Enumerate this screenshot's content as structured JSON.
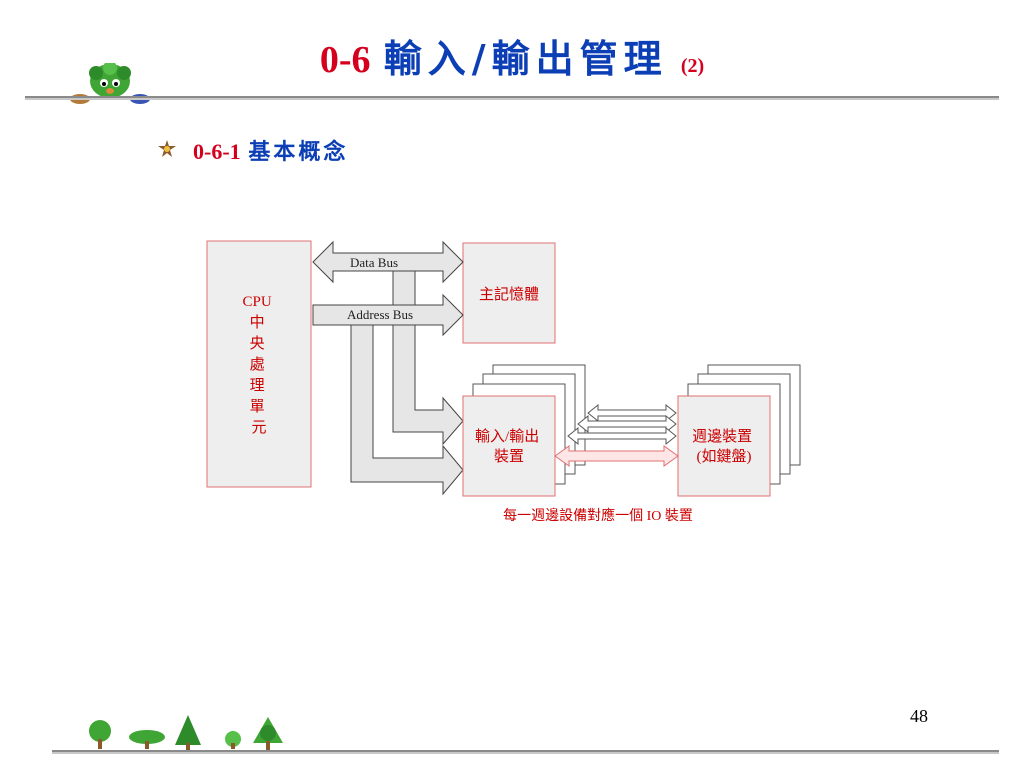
{
  "slide": {
    "title_number": "0-6",
    "title_text": "輸入/輸出管理",
    "title_suffix": "(2)",
    "subheading_number": "0-6-1",
    "subheading_text": "基本概念",
    "page_number": "48"
  },
  "diagram": {
    "cpu_lines": [
      "CPU",
      "中",
      "央",
      "處",
      "理",
      "單",
      "元"
    ],
    "memory_label": "主記憶體",
    "data_bus_label": "Data Bus",
    "address_bus_label": "Address Bus",
    "io_device_lines": [
      "輸入/輸出",
      "裝置"
    ],
    "peripheral_lines": [
      "週邊裝置",
      "(如鍵盤)"
    ],
    "caption": "每一週邊設備對應一個 IO 裝置"
  },
  "colors": {
    "title_red": "#d4001e",
    "title_blue": "#0c3fb5",
    "box_fill": "#eeeeee",
    "box_stroke": "#e07070",
    "arrow_fill": "#e6e6e6",
    "label_red": "#cc0000"
  },
  "icons": {
    "mascot": "tree-mascot-icon",
    "bullet": "star-bullet-icon",
    "footer": "trees-footer-icon"
  }
}
